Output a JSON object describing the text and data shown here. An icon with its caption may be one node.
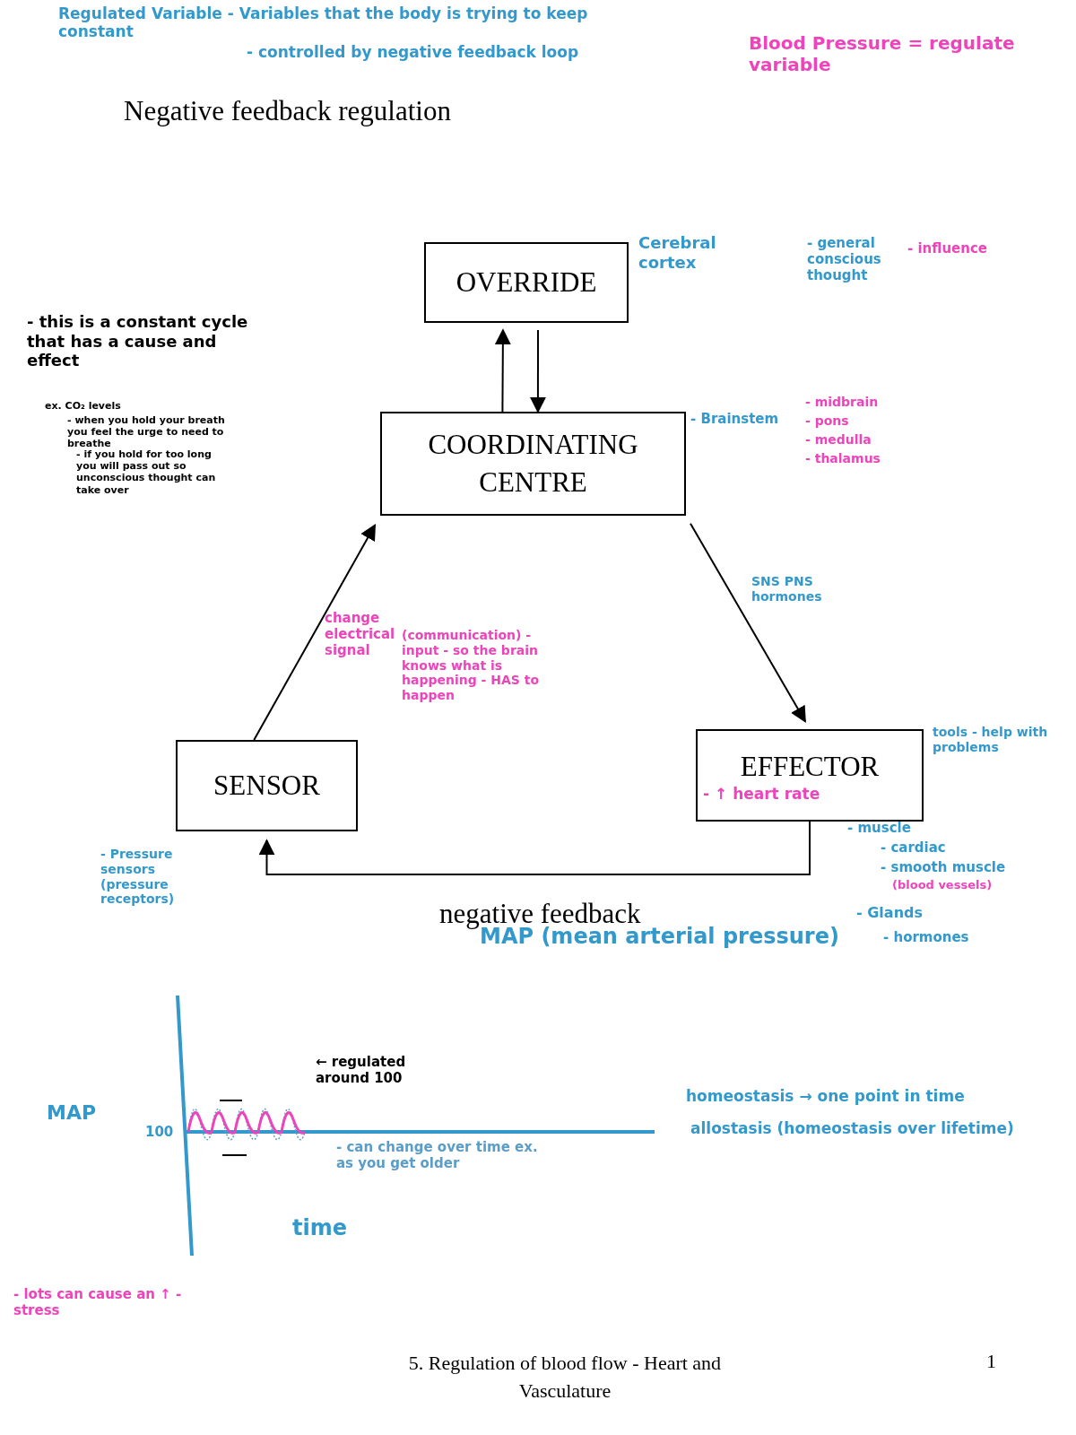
{
  "diagram": {
    "title": "Negative feedback regulation",
    "caption": "5. Regulation of blood flow - Heart and Vasculature",
    "nodes": [
      {
        "text": [
          "OVERRIDE"
        ],
        "beside": [
          "Cerebral cortex"
        ]
      },
      {
        "text": [
          "COORDINATING CENTRE"
        ],
        "beside": [
          "- Brainstem"
        ]
      },
      {
        "text": [
          "SENSOR"
        ]
      },
      {
        "text": [
          "EFFECTOR",
          "- ↑ heart rate"
        ],
        "beside": [
          "tools - help with problems"
        ]
      }
    ],
    "edges": [
      {
        "from": 1,
        "to": 0,
        "arrow": "to"
      },
      {
        "from": 0,
        "to": 1,
        "arrow": "to"
      },
      {
        "from": 2,
        "to": 1,
        "arrow": "to"
      },
      {
        "from": 1,
        "to": 3,
        "arrow": "to"
      },
      {
        "from": 3,
        "to": 2,
        "arrow": "to",
        "label": "negative feedback"
      }
    ],
    "labels": [
      "Regulated Variable - Variables that the body is trying to keep constant",
      "- controlled by negative feedback loop",
      "Blood Pressure = regulate variable",
      "- general conscious thought",
      "- influence",
      "- this is a constant cycle that has a cause and effect",
      "ex. CO₂ levels",
      "- when you hold your breath you feel the urge to need to breathe",
      "- if you hold for too long you will pass out so unconscious thought can take over",
      "- midbrain",
      "- pons",
      "- medulla",
      "- thalamus",
      "change electrical signal",
      "(communication) - input - so the brain knows what is happening - HAS to happen",
      "SNS PNS hormones",
      "- muscle",
      "- cardiac",
      "- smooth muscle",
      "(blood vessels)",
      "- Glands",
      "- hormones",
      "- Pressure sensors (pressure receptors)",
      "MAP (mean arterial pressure)",
      "MAP",
      "100",
      "← regulated around 100",
      "- can change over time ex. as you get older",
      "time",
      "homeostasis → one point in time",
      "allostasis (homeostasis over lifetime)",
      "- lots can cause an ↑ - stress",
      "1"
    ]
  }
}
